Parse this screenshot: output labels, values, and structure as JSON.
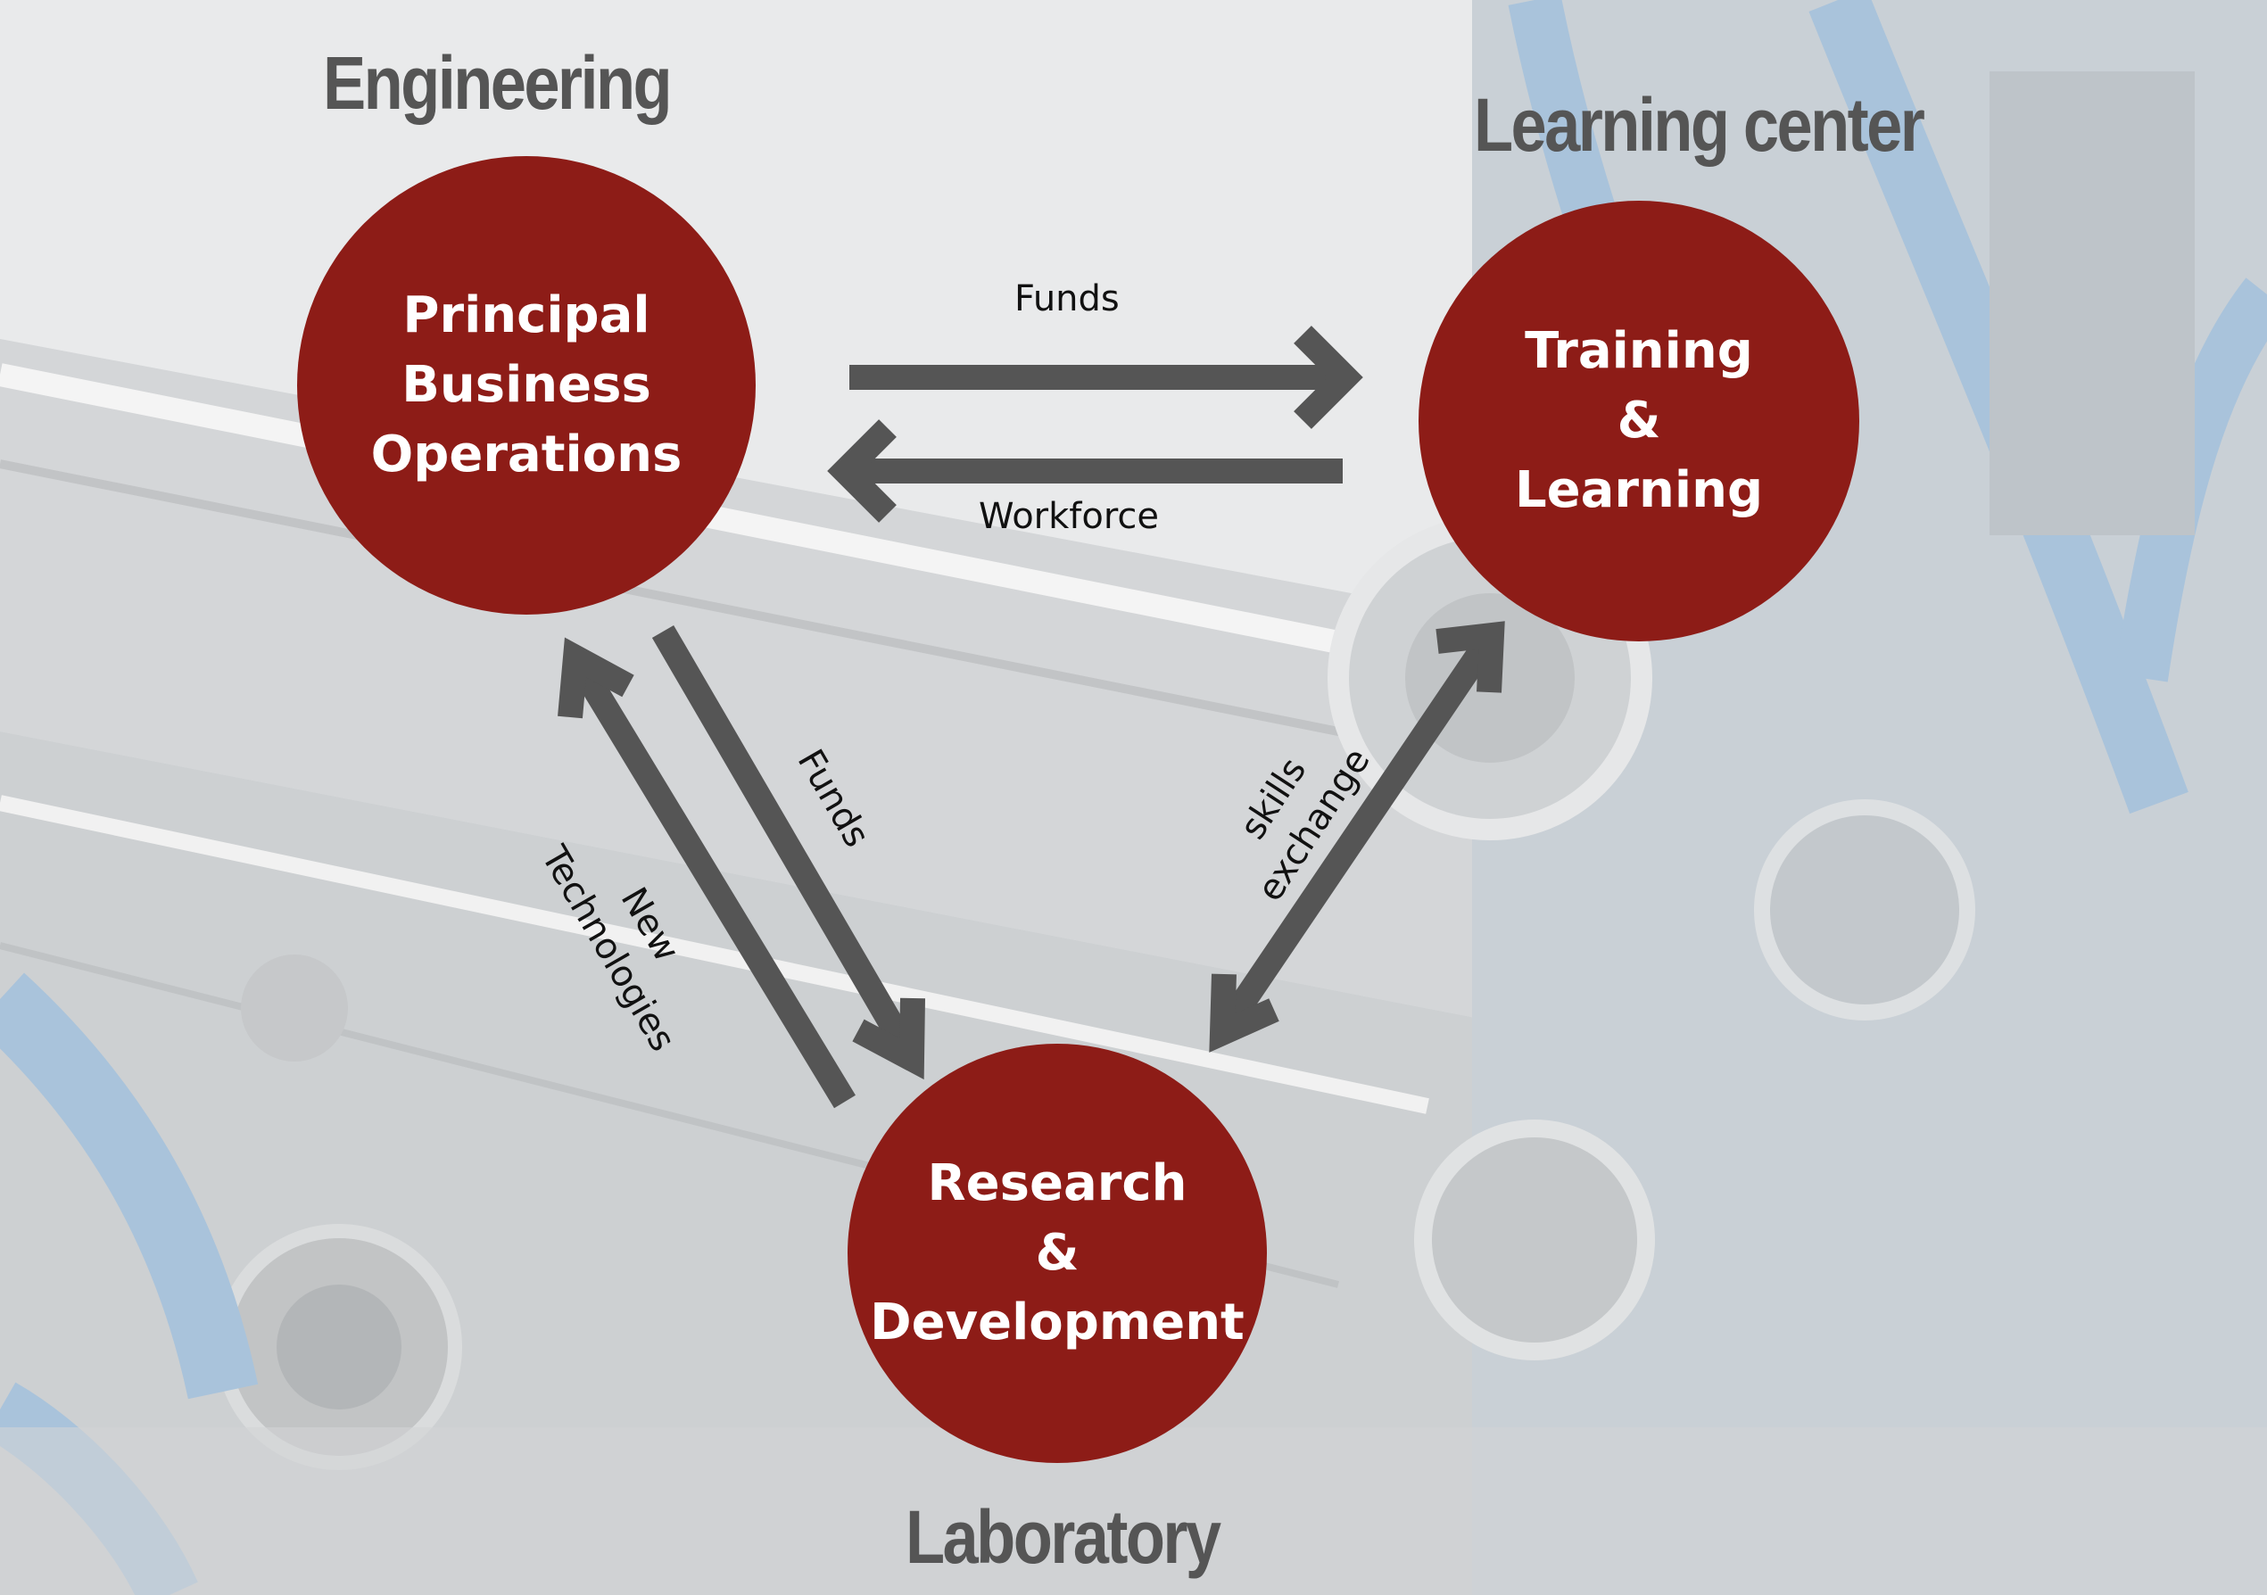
{
  "diagram": {
    "sections": {
      "engineering": "Engineering",
      "learning_center": "Learning center",
      "laboratory": "Laboratory"
    },
    "nodes": {
      "business": "Principal\nBusiness\nOperations",
      "training": "Training\n&\nLearning",
      "research": "Research\n&\nDevelopment"
    },
    "edges": {
      "business_to_training": "Funds",
      "training_to_business": "Workforce",
      "business_to_research": "Funds",
      "research_to_business": "New\nTechnologies",
      "training_research": "skills\nexchange"
    },
    "colors": {
      "node_fill": "#8d1c17",
      "arrow": "#555555",
      "section_title": "#555555"
    }
  }
}
